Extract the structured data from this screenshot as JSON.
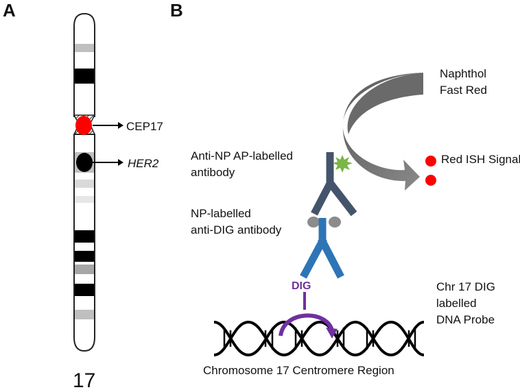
{
  "panels": {
    "a": "A",
    "b": "B"
  },
  "chromosome": {
    "number": "17",
    "cep17_label": "CEP17",
    "her2_label": "HER2"
  },
  "labels": {
    "substrate_line1": "Naphthol",
    "substrate_line2": "Fast Red",
    "red_signal": "Red ISH Signal",
    "anti_np_line1": "Anti-NP AP-labelled",
    "anti_np_line2": "antibody",
    "np_line1": "NP-labelled",
    "np_line2": "anti-DIG antibody",
    "dig": "DIG",
    "probe_line1": "Chr 17 DIG",
    "probe_line2": "labelled",
    "probe_line3": "DNA Probe",
    "centromere_region": "Chromosome 17 Centromere Region"
  },
  "colors": {
    "cep17_red": "#ff0000",
    "her2_black": "#000000",
    "upper_antibody": "#44546a",
    "lower_antibody": "#2e75b6",
    "np_grey": "#8c8c8c",
    "ap_green": "#7ab648",
    "substrate_arrow": "#707070",
    "dig_purple": "#7030a0",
    "signal_red": "#ff0000"
  }
}
